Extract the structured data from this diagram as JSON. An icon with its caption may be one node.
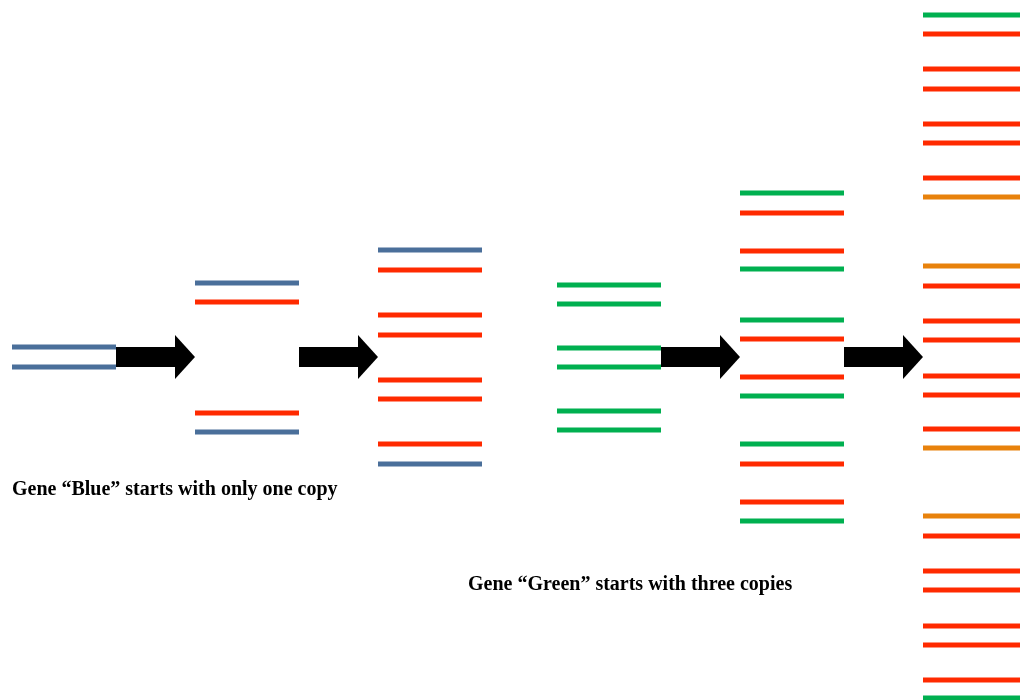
{
  "diagram": {
    "nodes": [
      {
        "text": [],
        "shape": "picture"
      },
      {
        "text": [],
        "shape": "picture"
      },
      {
        "text": [],
        "shape": "picture"
      },
      {
        "text": [],
        "shape": "picture"
      },
      {
        "text": [],
        "shape": "picture"
      },
      {
        "text": [],
        "shape": "picture"
      }
    ],
    "edges": [
      {
        "from": 0,
        "to": 1,
        "arrow": "to"
      },
      {
        "from": 1,
        "to": 2,
        "arrow": "to"
      },
      {
        "from": 3,
        "to": 4,
        "arrow": "to"
      },
      {
        "from": 4,
        "to": 5,
        "arrow": "to"
      }
    ],
    "labels": [
      "Gene “Blue” starts with only one copy",
      "Gene “Green” starts with three copies"
    ]
  }
}
